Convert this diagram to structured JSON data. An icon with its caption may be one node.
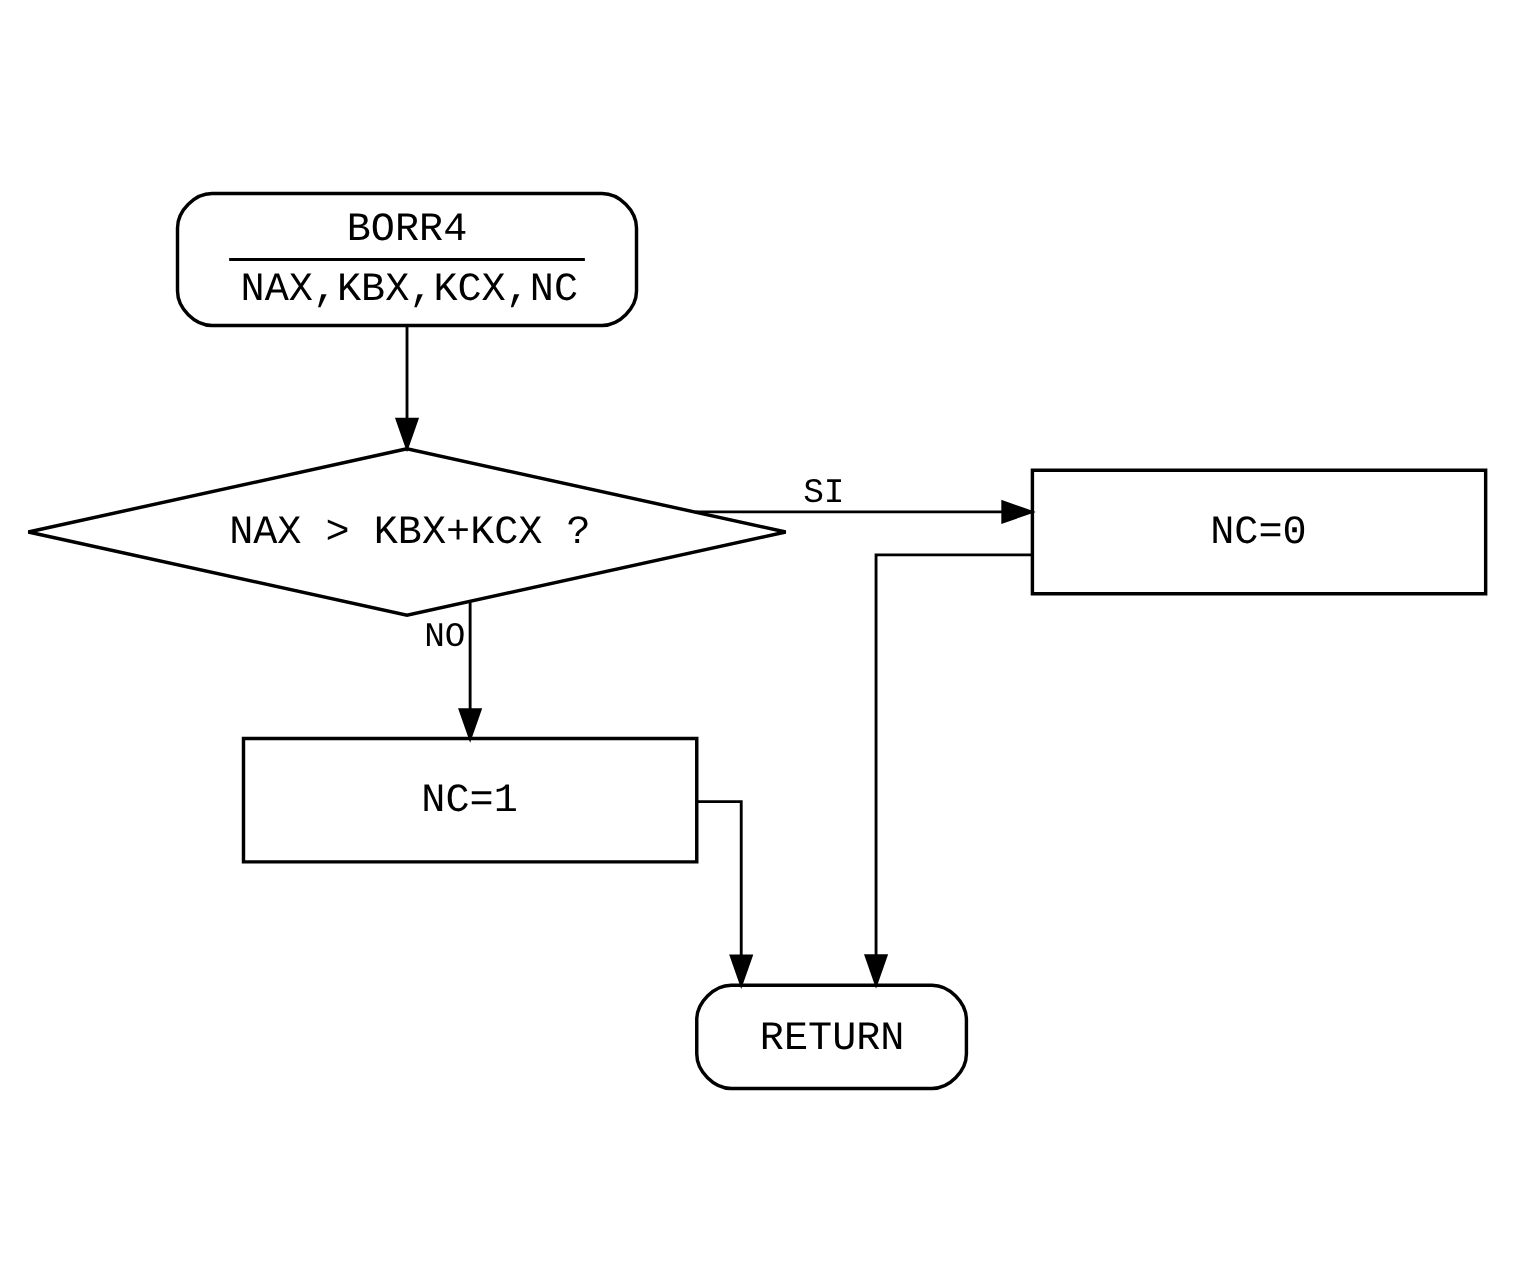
{
  "diagram": {
    "nodes": [
      {
        "text": [
          "BORR4",
          "NAX,KBX,KCX,NC"
        ]
      },
      {
        "text": [
          "NAX > KBX+KCX ?"
        ]
      },
      {
        "text": [
          "NC=0"
        ]
      },
      {
        "text": [
          "NC=1"
        ]
      },
      {
        "text": [
          "RETURN"
        ]
      }
    ],
    "edges": [
      {
        "from": 0,
        "to": 1,
        "arrow": "to"
      },
      {
        "from": 1,
        "to": 2,
        "arrow": "to",
        "label": "SI"
      },
      {
        "from": 1,
        "to": 3,
        "arrow": "to",
        "label": "NO"
      },
      {
        "from": 3,
        "to": 4,
        "arrow": "to"
      },
      {
        "from": 2,
        "to": 4,
        "arrow": "to"
      }
    ]
  }
}
